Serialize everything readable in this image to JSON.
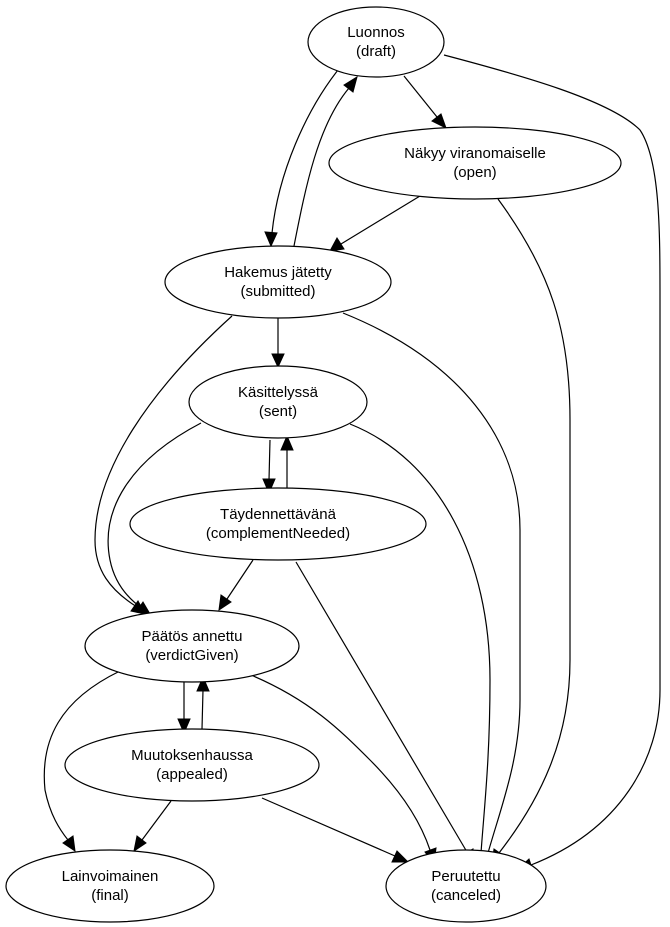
{
  "nodes": [
    {
      "id": "draft",
      "name": "Luonnos",
      "code": "(draft)"
    },
    {
      "id": "open",
      "name": "Näkyy viranomaiselle",
      "code": "(open)"
    },
    {
      "id": "submitted",
      "name": "Hakemus jätetty",
      "code": "(submitted)"
    },
    {
      "id": "sent",
      "name": "Käsittelyssä",
      "code": "(sent)"
    },
    {
      "id": "complementNeeded",
      "name": "Täydennettävänä",
      "code": "(complementNeeded)"
    },
    {
      "id": "verdictGiven",
      "name": "Päätös annettu",
      "code": "(verdictGiven)"
    },
    {
      "id": "appealed",
      "name": "Muutoksenhaussa",
      "code": "(appealed)"
    },
    {
      "id": "final",
      "name": "Lainvoimainen",
      "code": "(final)"
    },
    {
      "id": "canceled",
      "name": "Peruutettu",
      "code": "(canceled)"
    }
  ],
  "edges": [
    {
      "from": "draft",
      "to": "open"
    },
    {
      "from": "draft",
      "to": "submitted"
    },
    {
      "from": "draft",
      "to": "canceled"
    },
    {
      "from": "open",
      "to": "submitted"
    },
    {
      "from": "open",
      "to": "canceled"
    },
    {
      "from": "submitted",
      "to": "draft"
    },
    {
      "from": "submitted",
      "to": "sent"
    },
    {
      "from": "submitted",
      "to": "verdictGiven"
    },
    {
      "from": "submitted",
      "to": "canceled"
    },
    {
      "from": "sent",
      "to": "complementNeeded"
    },
    {
      "from": "sent",
      "to": "verdictGiven"
    },
    {
      "from": "sent",
      "to": "canceled"
    },
    {
      "from": "complementNeeded",
      "to": "sent"
    },
    {
      "from": "complementNeeded",
      "to": "verdictGiven"
    },
    {
      "from": "complementNeeded",
      "to": "canceled"
    },
    {
      "from": "verdictGiven",
      "to": "appealed"
    },
    {
      "from": "verdictGiven",
      "to": "final"
    },
    {
      "from": "verdictGiven",
      "to": "canceled"
    },
    {
      "from": "appealed",
      "to": "verdictGiven"
    },
    {
      "from": "appealed",
      "to": "final"
    },
    {
      "from": "appealed",
      "to": "canceled"
    }
  ]
}
